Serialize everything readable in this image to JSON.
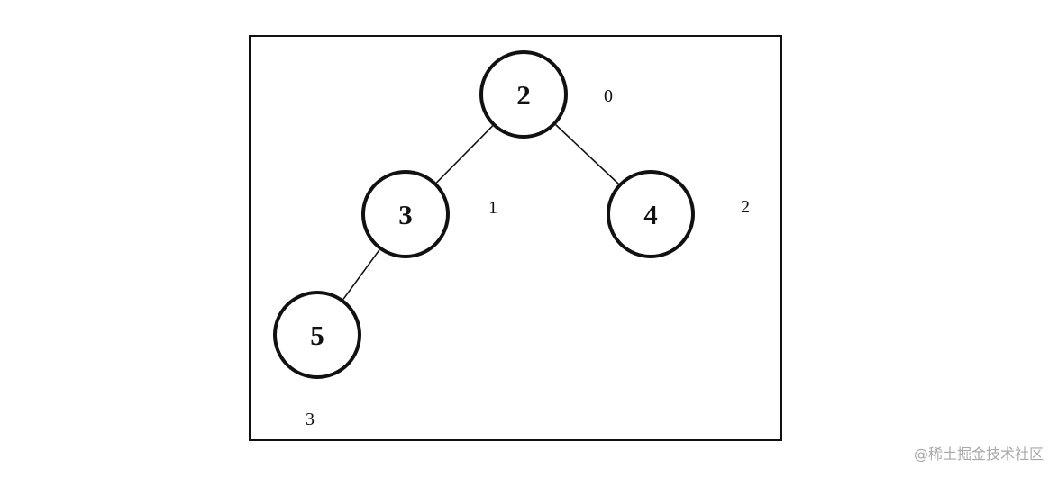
{
  "nodes": [
    {
      "id": "n0",
      "value": "2",
      "index": "0"
    },
    {
      "id": "n1",
      "value": "3",
      "index": "1"
    },
    {
      "id": "n2",
      "value": "4",
      "index": "2"
    },
    {
      "id": "n3",
      "value": "5",
      "index": "3"
    }
  ],
  "edges": [
    {
      "from": "n0",
      "to": "n1"
    },
    {
      "from": "n0",
      "to": "n2"
    },
    {
      "from": "n1",
      "to": "n3"
    }
  ],
  "watermark": "@稀土掘金技术社区"
}
